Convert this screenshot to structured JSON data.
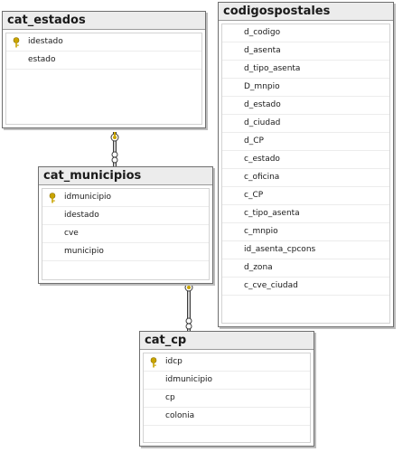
{
  "tables": {
    "cat_estados": {
      "title": "cat_estados",
      "columns": [
        {
          "name": "idestado",
          "key": true
        },
        {
          "name": "estado",
          "key": false
        }
      ]
    },
    "codigospostales": {
      "title": "codigospostales",
      "columns": [
        {
          "name": "d_codigo",
          "key": false
        },
        {
          "name": "d_asenta",
          "key": false
        },
        {
          "name": "d_tipo_asenta",
          "key": false
        },
        {
          "name": "D_mnpio",
          "key": false
        },
        {
          "name": "d_estado",
          "key": false
        },
        {
          "name": "d_ciudad",
          "key": false
        },
        {
          "name": "d_CP",
          "key": false
        },
        {
          "name": "c_estado",
          "key": false
        },
        {
          "name": "c_oficina",
          "key": false
        },
        {
          "name": "c_CP",
          "key": false
        },
        {
          "name": "c_tipo_asenta",
          "key": false
        },
        {
          "name": "c_mnpio",
          "key": false
        },
        {
          "name": "id_asenta_cpcons",
          "key": false
        },
        {
          "name": "d_zona",
          "key": false
        },
        {
          "name": "c_cve_ciudad",
          "key": false
        }
      ]
    },
    "cat_municipios": {
      "title": "cat_municipios",
      "columns": [
        {
          "name": "idmunicipio",
          "key": true
        },
        {
          "name": "idestado",
          "key": false
        },
        {
          "name": "cve",
          "key": false
        },
        {
          "name": "municipio",
          "key": false
        }
      ]
    },
    "cat_cp": {
      "title": "cat_cp",
      "columns": [
        {
          "name": "idcp",
          "key": true
        },
        {
          "name": "idmunicipio",
          "key": false
        },
        {
          "name": "cp",
          "key": false
        },
        {
          "name": "colonia",
          "key": false
        }
      ]
    }
  },
  "relationships": [
    {
      "from": "cat_estados",
      "to": "cat_municipios",
      "one_end": "key-icon",
      "many_end": "infinity-icon"
    },
    {
      "from": "cat_municipios",
      "to": "cat_cp",
      "one_end": "key-icon",
      "many_end": "infinity-icon"
    }
  ],
  "colors": {
    "key": "#c9a400",
    "connector": "#3c3c3c",
    "title_bg": "#ececec",
    "border": "#6f6f6f"
  }
}
